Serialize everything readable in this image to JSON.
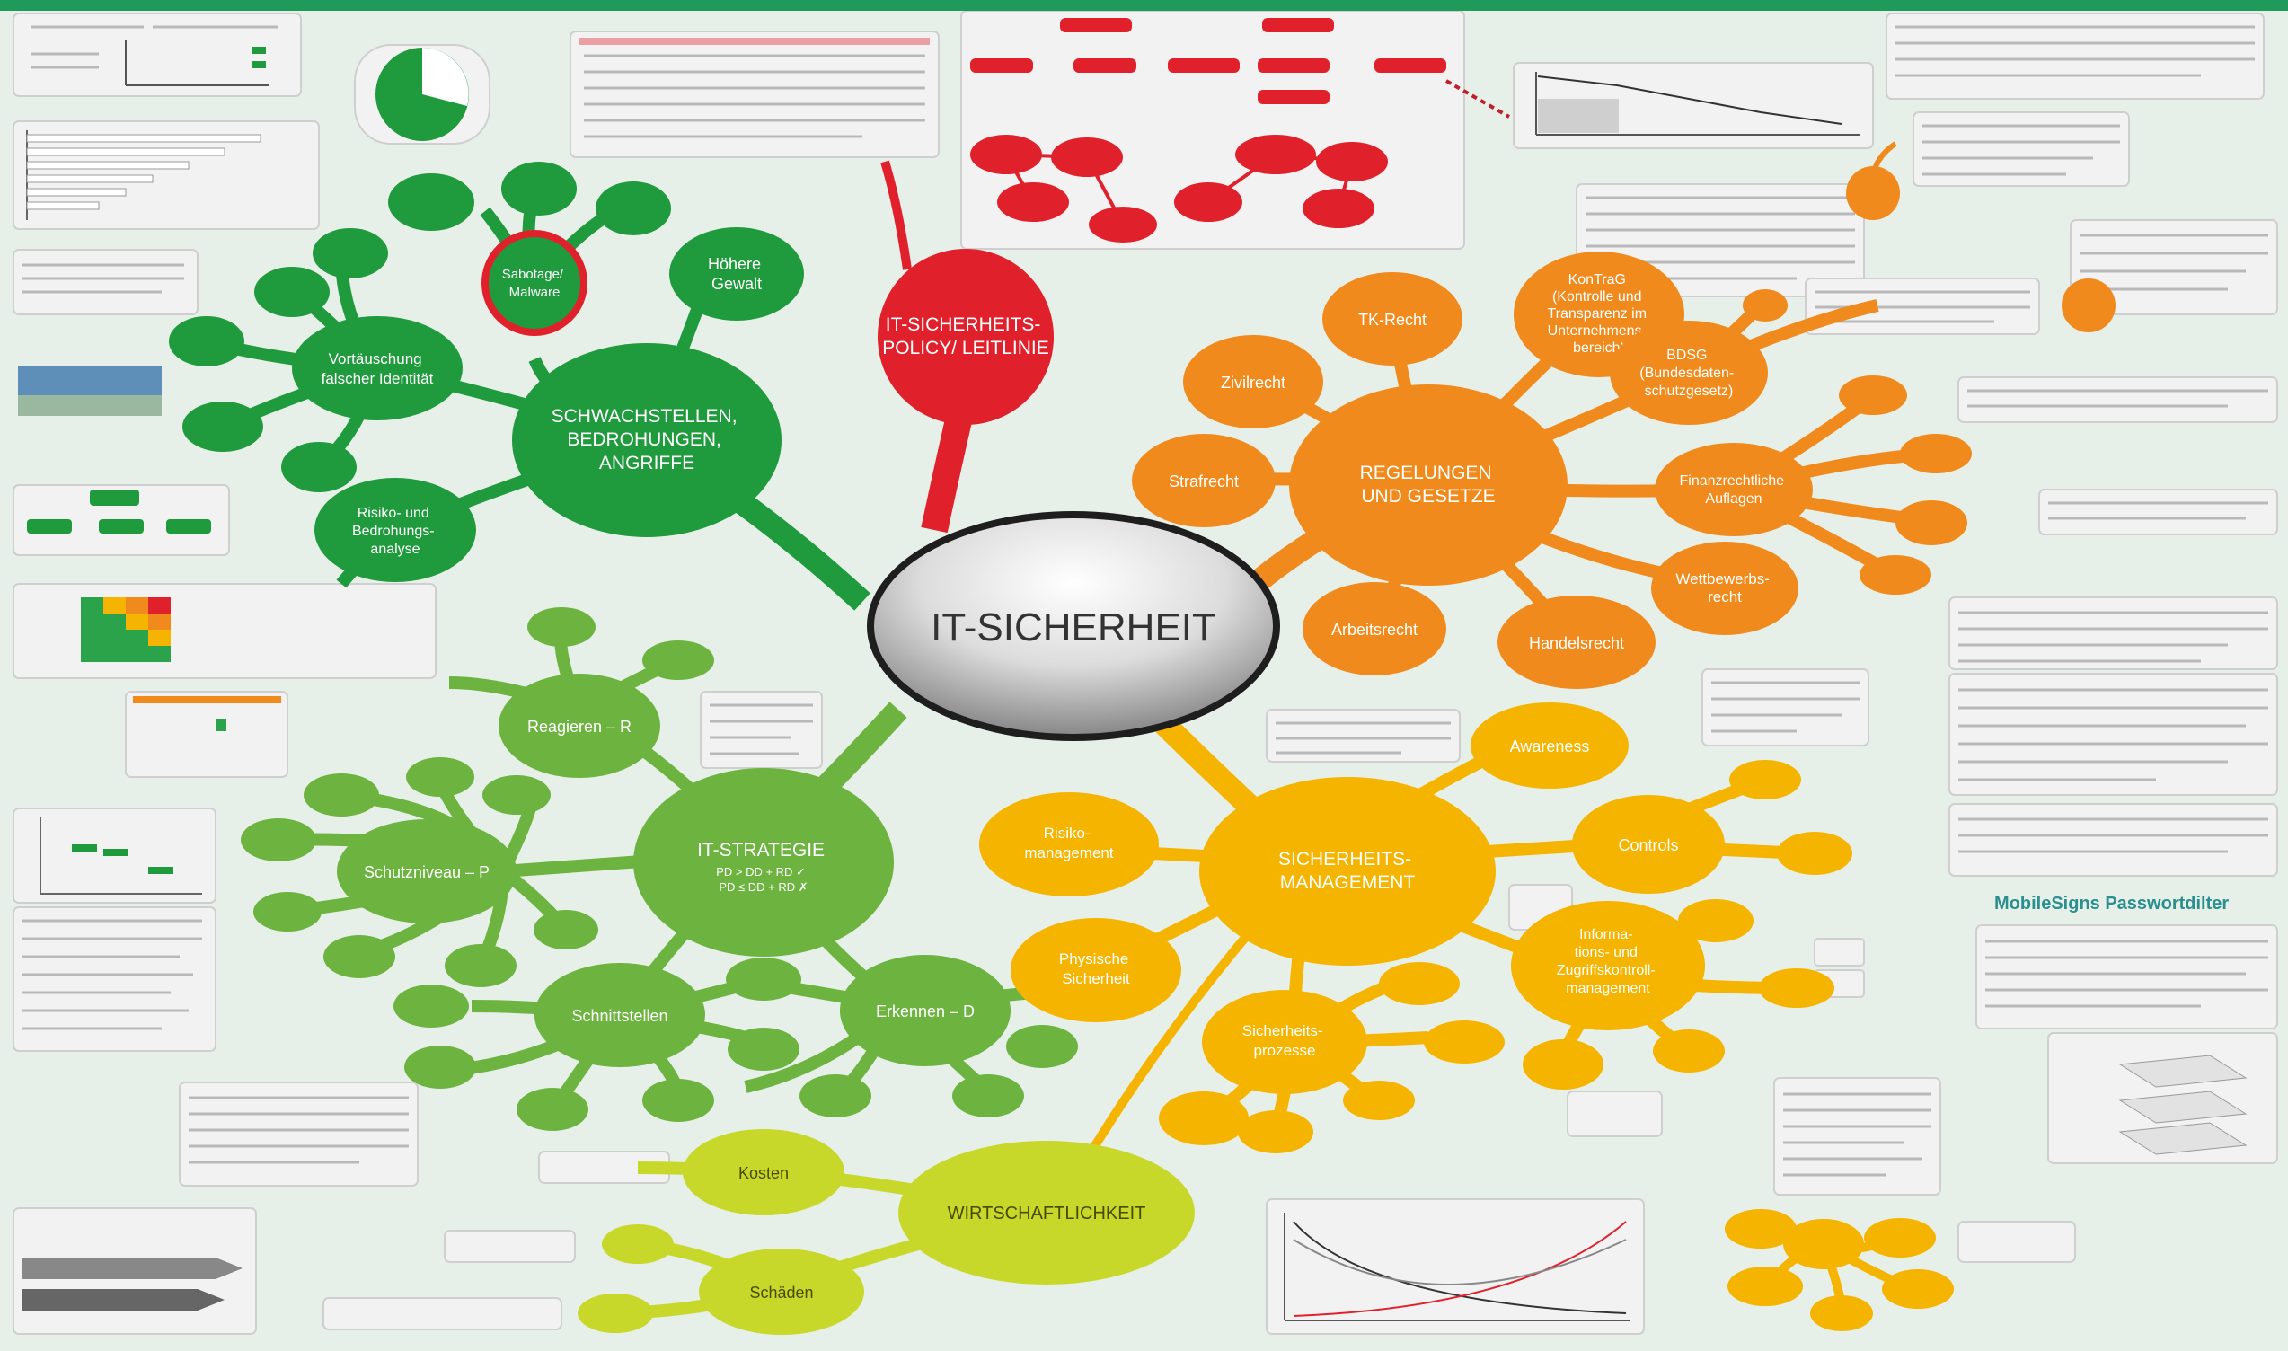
{
  "center": {
    "title": "IT-SICHERHEIT"
  },
  "branches": {
    "policy": {
      "title_lines": [
        "IT-SICHERHEITS-",
        "POLICY/ LEITLINIE"
      ],
      "color": "#e0212c"
    },
    "schwachstellen": {
      "title_lines": [
        "SCHWACHSTELLEN,",
        "BEDROHUNGEN,",
        "ANGRIFFE"
      ],
      "color": "#1f9a3c",
      "children": [
        {
          "key": "sabotage",
          "lines": [
            "Sabotage/",
            "Malware"
          ]
        },
        {
          "key": "hoehere-gewalt",
          "lines": [
            "Höhere",
            "Gewalt"
          ]
        },
        {
          "key": "vortaeuschung",
          "lines": [
            "Vortäuschung",
            "falscher Identität"
          ]
        },
        {
          "key": "risiko",
          "lines": [
            "Risiko- und",
            "Bedrohungs-",
            "analyse"
          ]
        }
      ]
    },
    "regelungen": {
      "title_lines": [
        "REGELUNGEN",
        "UND GESETZE"
      ],
      "color": "#f08a1c",
      "children": [
        {
          "key": "tk-recht",
          "lines": [
            "TK-Recht"
          ]
        },
        {
          "key": "kontrag",
          "lines": [
            "KonTraG",
            "(Kontrolle und",
            "Transparenz im",
            "Unternehmens-",
            "bereich)"
          ]
        },
        {
          "key": "bdsg",
          "lines": [
            "BDSG",
            "(Bundesdaten-",
            "schutzgesetz)"
          ]
        },
        {
          "key": "zivilrecht",
          "lines": [
            "Zivilrecht"
          ]
        },
        {
          "key": "strafrecht",
          "lines": [
            "Strafrecht"
          ]
        },
        {
          "key": "finanz",
          "lines": [
            "Finanzrechtliche",
            "Auflagen"
          ]
        },
        {
          "key": "wettbewerb",
          "lines": [
            "Wettbewerbs-",
            "recht"
          ]
        },
        {
          "key": "arbeitsrecht",
          "lines": [
            "Arbeitsrecht"
          ]
        },
        {
          "key": "handelsrecht",
          "lines": [
            "Handelsrecht"
          ]
        }
      ]
    },
    "strategie": {
      "title_lines": [
        "IT-STRATEGIE",
        "PD > DD + RD ✓",
        "PD ≤ DD + RD ✗"
      ],
      "color": "#6cb33f",
      "children": [
        {
          "key": "reagieren",
          "lines": [
            "Reagieren – R"
          ]
        },
        {
          "key": "schutzniveau",
          "lines": [
            "Schutzniveau – P"
          ]
        },
        {
          "key": "schnittstellen",
          "lines": [
            "Schnittstellen"
          ]
        },
        {
          "key": "erkennen",
          "lines": [
            "Erkennen – D"
          ]
        }
      ]
    },
    "management": {
      "title_lines": [
        "SICHERHEITS-",
        "MANAGEMENT"
      ],
      "color": "#f4b400",
      "children": [
        {
          "key": "awareness",
          "lines": [
            "Awareness"
          ]
        },
        {
          "key": "controls",
          "lines": [
            "Controls"
          ]
        },
        {
          "key": "risikomgmt",
          "lines": [
            "Risiko-",
            "management"
          ]
        },
        {
          "key": "physische",
          "lines": [
            "Physische",
            "Sicherheit"
          ]
        },
        {
          "key": "informations",
          "lines": [
            "Informa-",
            "tions- und",
            "Zugriffskontroll-",
            "management"
          ]
        },
        {
          "key": "prozesse",
          "lines": [
            "Sicherheits-",
            "prozesse"
          ]
        }
      ]
    },
    "wirtschaft": {
      "title_lines": [
        "WIRTSCHAFTLICHKEIT"
      ],
      "color": "#c8d82a",
      "children": [
        {
          "key": "kosten",
          "lines": [
            "Kosten"
          ]
        },
        {
          "key": "schaeden",
          "lines": [
            "Schäden"
          ]
        }
      ]
    }
  },
  "logo": {
    "text": "MobileSigns Passwortdilter"
  },
  "colors": {
    "red": "#e0212c",
    "green": "#1f9a3c",
    "lightgreen": "#6cb33f",
    "orange": "#f08a1c",
    "yellow": "#f4b400",
    "lime": "#c8d82a"
  }
}
